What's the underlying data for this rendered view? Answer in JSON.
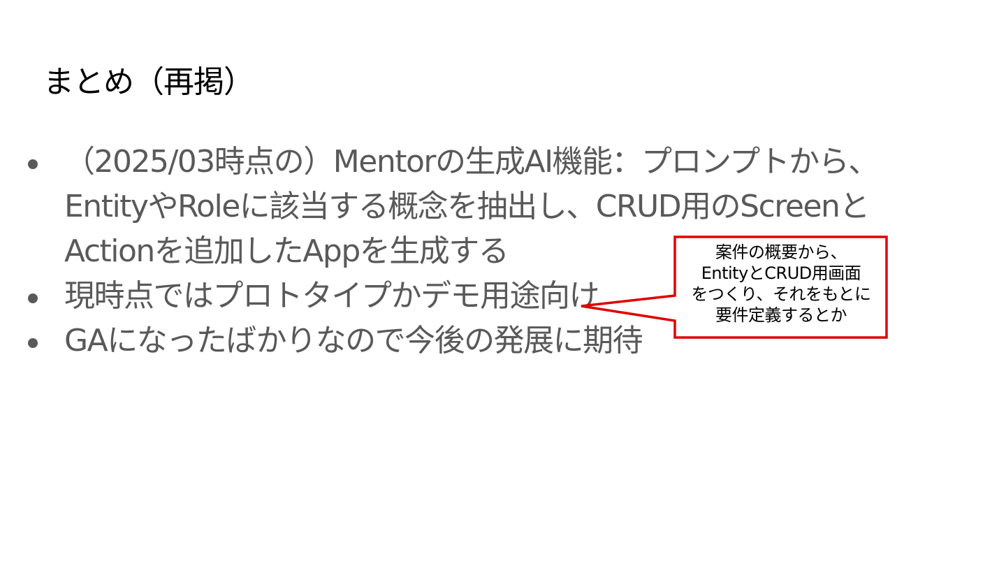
{
  "slide": {
    "title": "まとめ（再掲）",
    "bullets": [
      {
        "text": "（2025/03時点の）Mentorの生成AI機能：プロンプトから、EntityやRoleに該当する概念を抽出し、CRUD用のScreenとActionを追加したAppを生成する"
      },
      {
        "text": "現時点ではプロトタイプかデモ用途向け"
      },
      {
        "text": "GAになったばかりなので今後の発展に期待"
      }
    ],
    "callout": {
      "lines": [
        "案件の概要から、",
        "EntityとCRUD用画面",
        "をつくり、それをもとに",
        "要件定義するとか"
      ]
    }
  },
  "colors": {
    "title": "#000000",
    "body_text": "#595959",
    "callout_border": "#e00000",
    "callout_fill": "#ffffff",
    "callout_text": "#000000"
  }
}
